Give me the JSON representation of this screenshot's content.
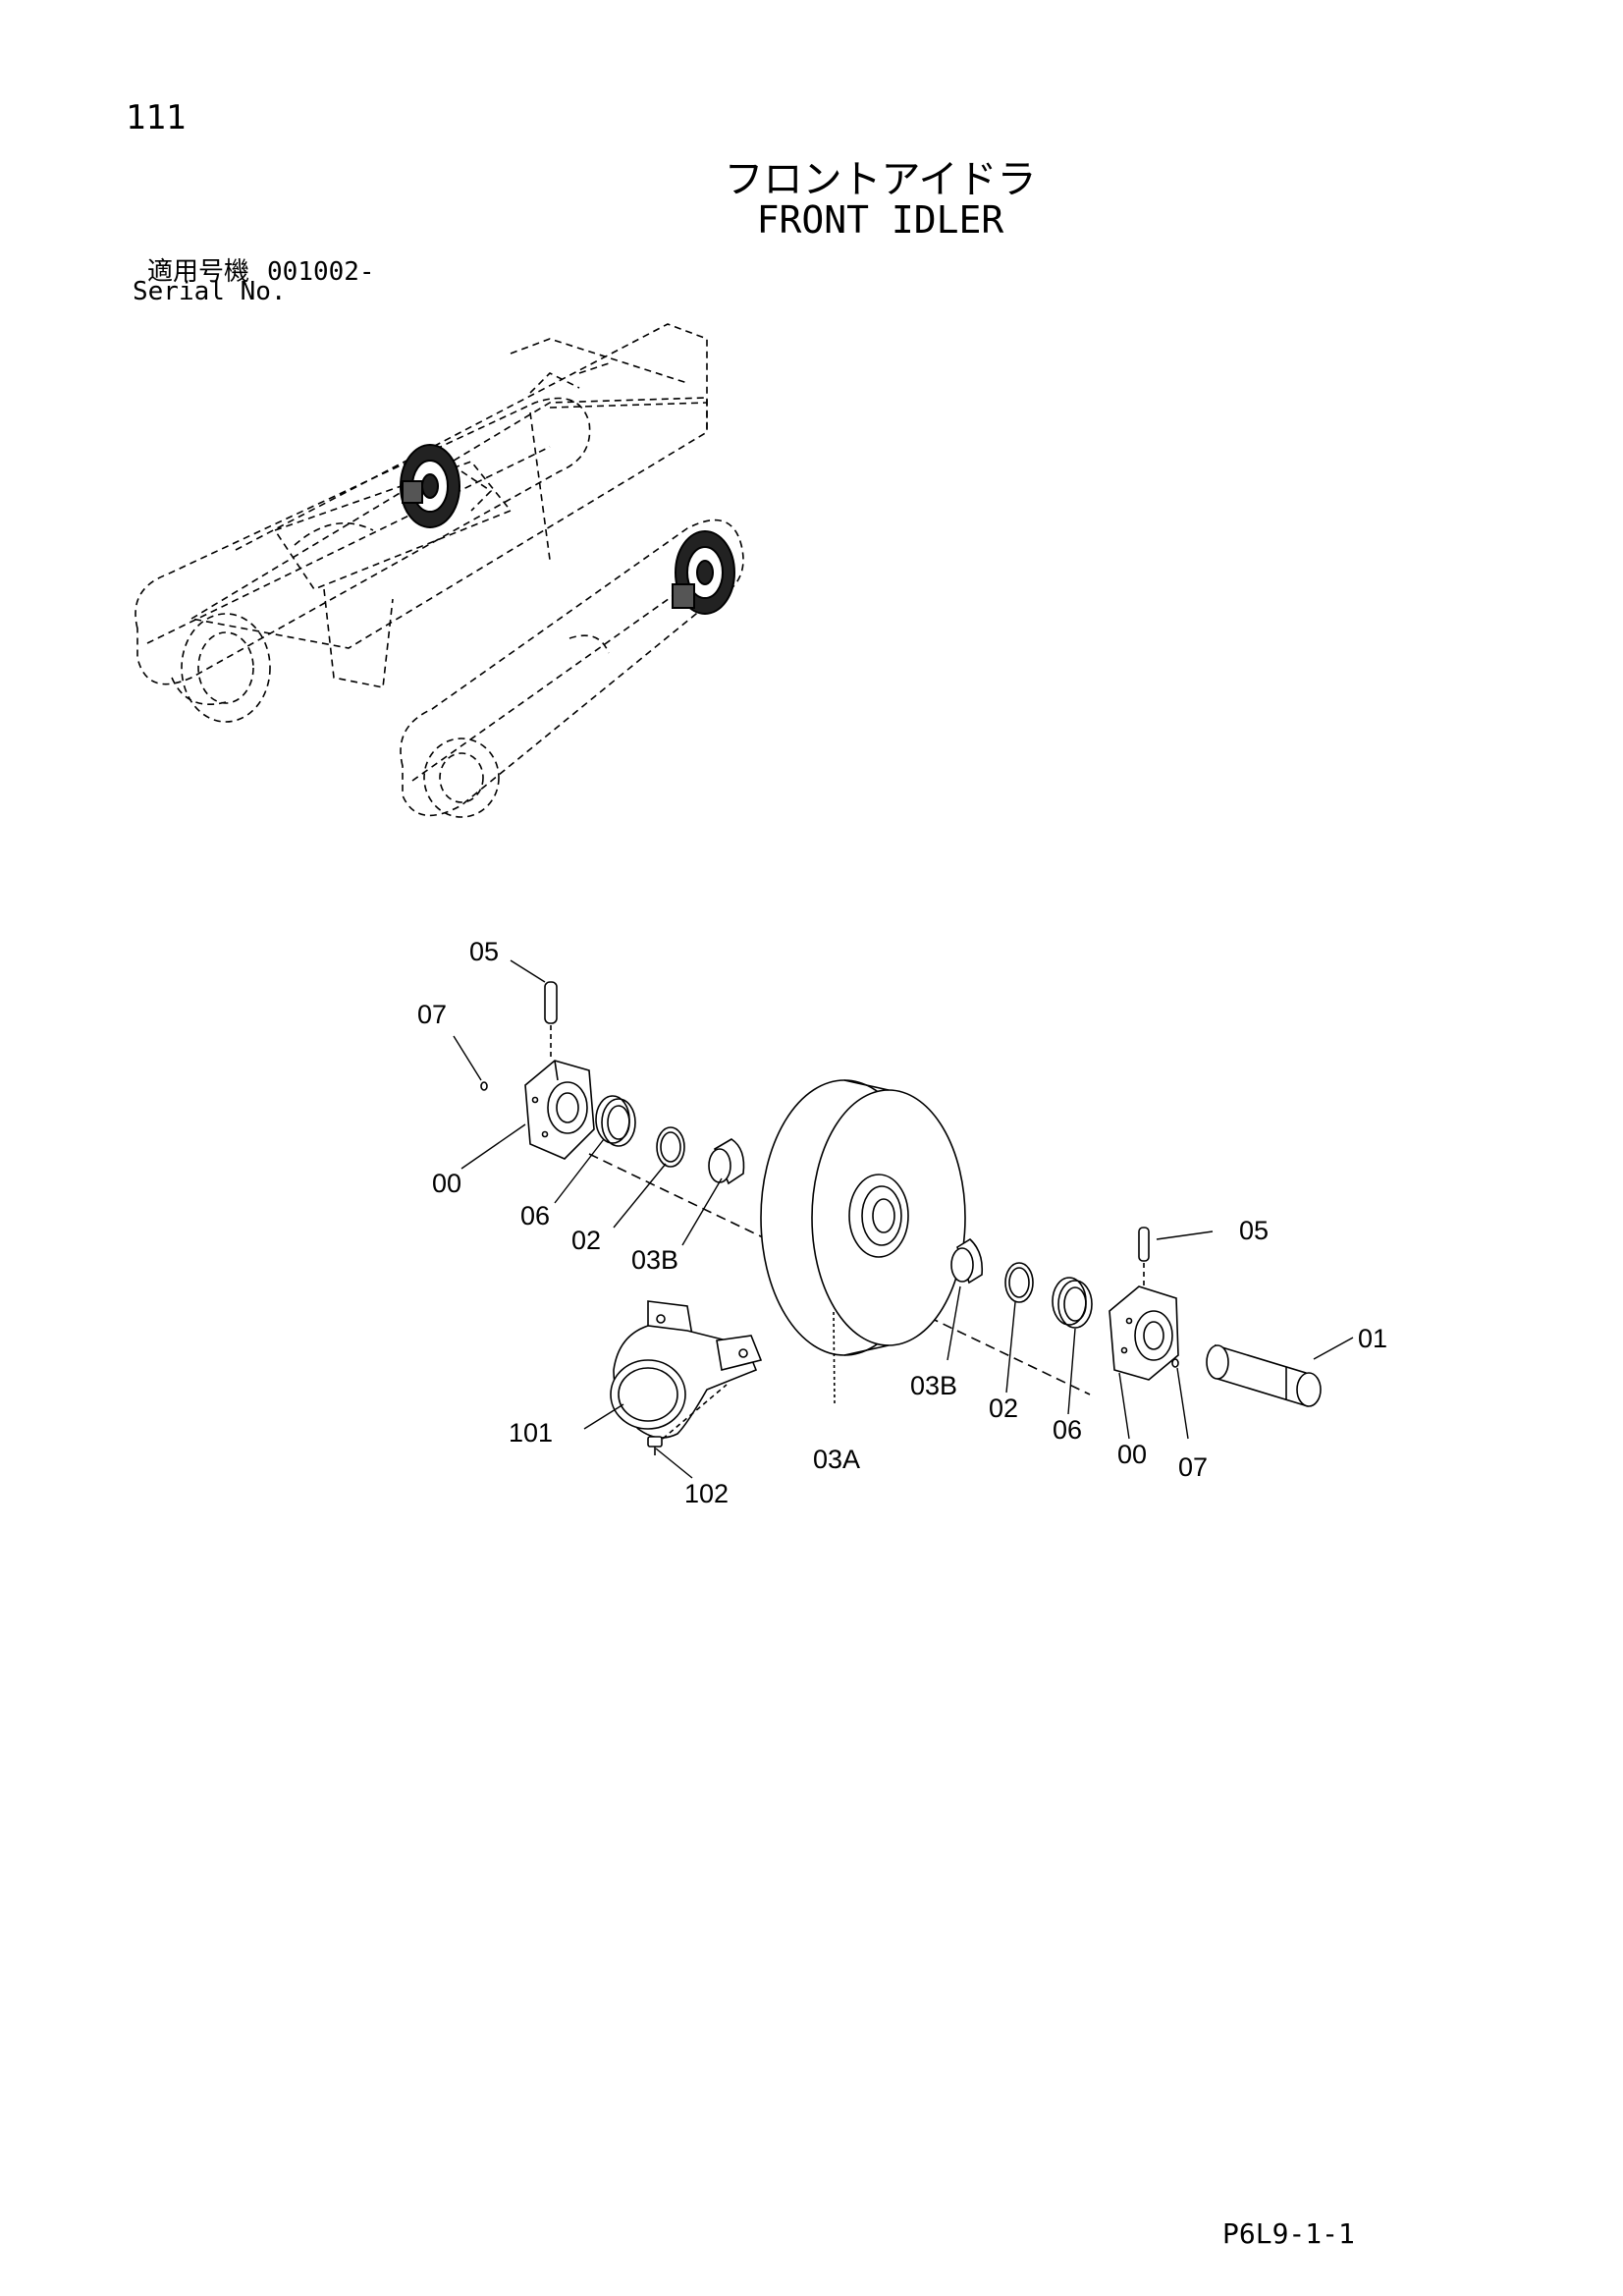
{
  "header": {
    "page_number": "111",
    "title_jp": "フロントアイドラ",
    "title_en": "FRONT IDLER",
    "serial_label_jp": "適用号機",
    "serial_number": "001002-",
    "serial_label_en": "Serial No."
  },
  "footer": {
    "doc_code": "P6L9-1-1"
  },
  "part_labels": {
    "p05_top": "05",
    "p07_left": "07",
    "p00_left": "00",
    "p06_left": "06",
    "p02_left": "02",
    "p03b_left": "03B",
    "p05_right": "05",
    "p01": "01",
    "p03b_right": "03B",
    "p02_right": "02",
    "p06_right": "06",
    "p00_right": "00",
    "p07_right": "07",
    "p03a": "03A",
    "p101": "101",
    "p102": "102"
  }
}
